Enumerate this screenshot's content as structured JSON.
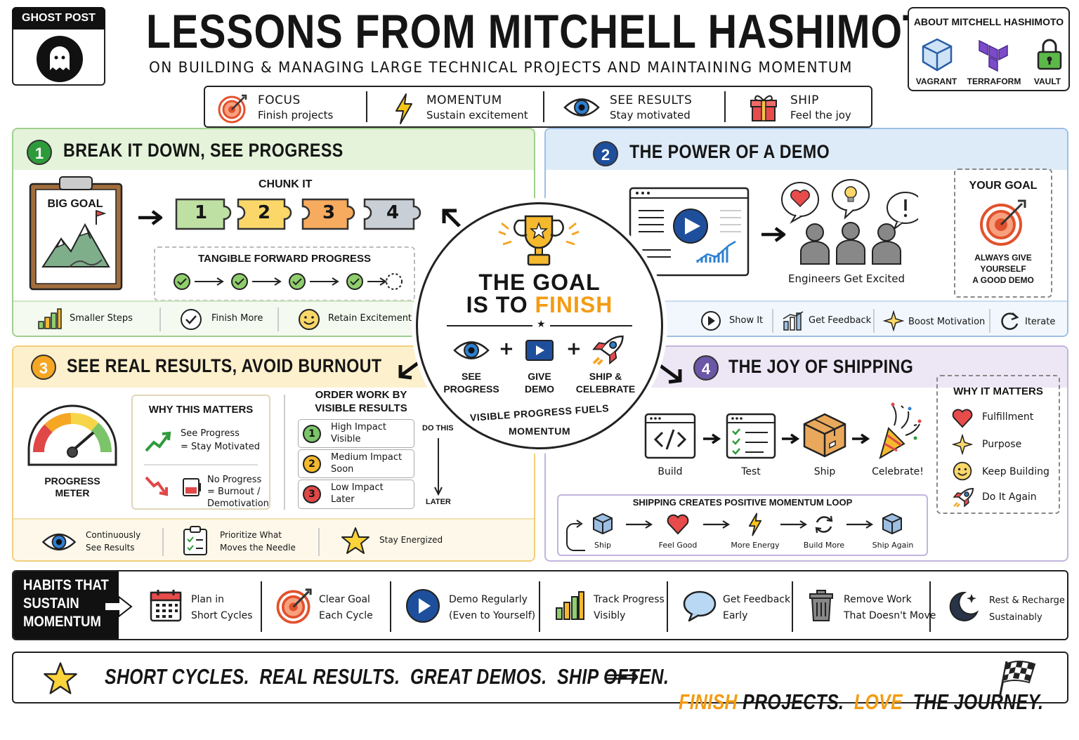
{
  "badge": {
    "label": "GHOST POST"
  },
  "header": {
    "title": "LESSONS FROM MITCHELL HASHIMOTO",
    "subtitle": "ON BUILDING & MANAGING LARGE TECHNICAL PROJECTS AND MAINTAINING MOMENTUM"
  },
  "about": {
    "title": "ABOUT MITCHELL HASHIMOTO",
    "items": [
      {
        "label": "VAGRANT"
      },
      {
        "label": "TERRAFORM"
      },
      {
        "label": "VAULT"
      }
    ]
  },
  "pillars": [
    {
      "title": "FOCUS",
      "desc": "Finish projects",
      "icon": "target-icon"
    },
    {
      "title": "MOMENTUM",
      "desc": "Sustain excitement",
      "icon": "lightning-icon"
    },
    {
      "title": "SEE RESULTS",
      "desc": "Stay motivated",
      "icon": "eye-icon"
    },
    {
      "title": "SHIP",
      "desc": "Feel the joy",
      "icon": "gift-icon"
    }
  ],
  "section1": {
    "number": "1",
    "title": "BREAK IT DOWN, SEE PROGRESS",
    "big_goal": "BIG GOAL",
    "chunk_label": "CHUNK IT",
    "chunks": [
      "1",
      "2",
      "3",
      "4"
    ],
    "progress_label": "TANGIBLE FORWARD PROGRESS",
    "strip": [
      "Smaller Steps",
      "Finish More",
      "Retain Excitement"
    ],
    "color": "#2e9b3a"
  },
  "section2": {
    "number": "2",
    "title": "THE POWER OF A DEMO",
    "engineers": "Engineers Get Excited",
    "goal_title": "YOUR GOAL",
    "goal_text": [
      "ALWAYS GIVE",
      "YOURSELF",
      "A GOOD DEMO"
    ],
    "strip": [
      "Show It",
      "Get Feedback",
      "Boost Motivation",
      "Iterate"
    ],
    "color": "#1e4f9c"
  },
  "section3": {
    "number": "3",
    "title": "SEE REAL RESULTS, AVOID BURNOUT",
    "meter_label": [
      "PROGRESS",
      "METER"
    ],
    "why_title": "WHY THIS MATTERS",
    "why_good": [
      "See Progress",
      "= Stay Motivated"
    ],
    "why_bad": [
      "No Progress",
      "= Burnout /",
      "Demotivation"
    ],
    "order_title": [
      "ORDER WORK BY",
      "VISIBLE RESULTS"
    ],
    "order_items": [
      {
        "n": "1",
        "a": "High Impact",
        "b": "Visible",
        "color": "#7cc46a"
      },
      {
        "n": "2",
        "a": "Medium Impact",
        "b": "Soon",
        "color": "#f5b92e"
      },
      {
        "n": "3",
        "a": "Low Impact",
        "b": "Later",
        "color": "#e04848"
      }
    ],
    "do_this": "DO THIS",
    "later": "LATER",
    "strip": [
      [
        "Continuously",
        "See Results"
      ],
      [
        "Prioritize What",
        "Moves the Needle"
      ],
      [
        "Stay Energized"
      ]
    ],
    "color": "#f5a623"
  },
  "section4": {
    "number": "4",
    "title": "THE JOY OF SHIPPING",
    "steps": [
      "Build",
      "Test",
      "Ship",
      "Celebrate!"
    ],
    "loop_title": "SHIPPING CREATES POSITIVE MOMENTUM LOOP",
    "loop": [
      "Ship",
      "Feel Good",
      "More Energy",
      "Build More",
      "Ship Again"
    ],
    "why_title": "WHY IT MATTERS",
    "why": [
      "Fulfillment",
      "Purpose",
      "Keep Building",
      "Do It Again"
    ],
    "color": "#6b56a8"
  },
  "center": {
    "line1": "THE GOAL",
    "line2a": "IS TO ",
    "line2b": "FINISH",
    "steps": [
      [
        "SEE",
        "PROGRESS"
      ],
      [
        "GIVE",
        "DEMO"
      ],
      [
        "SHIP &",
        "CELEBRATE"
      ]
    ],
    "bottom": [
      "VISIBLE PROGRESS FUELS",
      "MOMENTUM"
    ],
    "accent": "#f39c12"
  },
  "habits": {
    "title": [
      "HABITS THAT",
      "SUSTAIN",
      "MOMENTUM"
    ],
    "items": [
      [
        "Plan in",
        "Short Cycles"
      ],
      [
        "Clear Goal",
        "Each Cycle"
      ],
      [
        "Demo Regularly",
        "(Even to Yourself)"
      ],
      [
        "Track Progress",
        "Visibly"
      ],
      [
        "Get Feedback",
        "Early"
      ],
      [
        "Remove Work",
        "That Doesn't Move"
      ],
      [
        "Rest & Recharge",
        "Sustainably"
      ]
    ]
  },
  "footer": {
    "left": "SHORT CYCLES.  REAL RESULTS.  GREAT DEMOS.  SHIP OFTEN.",
    "arrow": "⟹",
    "finish": "FINISH",
    "projects": " PROJECTS.  ",
    "love": "LOVE",
    "journey": "  THE JOURNEY."
  }
}
